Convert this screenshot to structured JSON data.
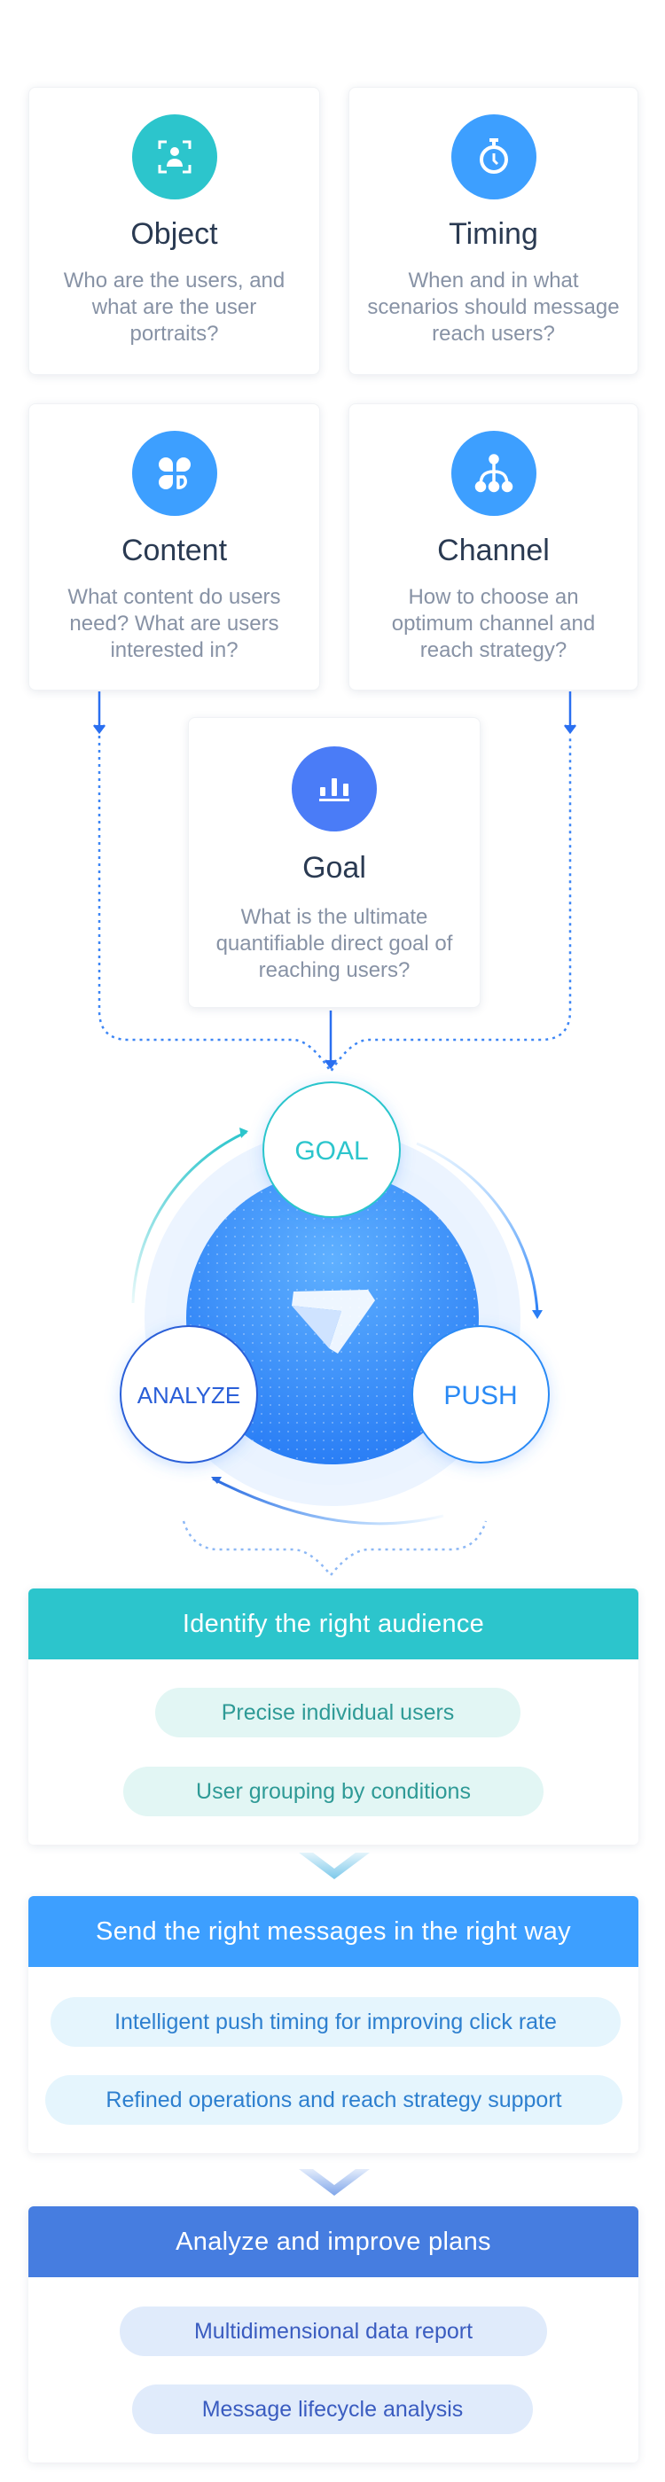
{
  "cards": [
    {
      "title": "Object",
      "desc": "Who are the users, and what are the user portraits?",
      "icon": "user-scan-icon",
      "color": "#2cc5cc"
    },
    {
      "title": "Timing",
      "desc": "When and in what scenarios should message reach users?",
      "icon": "stopwatch-icon",
      "color": "#3d9fff"
    },
    {
      "title": "Content",
      "desc": "What content do users need? What are users interested in?",
      "icon": "clover-icon",
      "color": "#3d9fff"
    },
    {
      "title": "Channel",
      "desc": "How to choose an optimum channel and reach strategy?",
      "icon": "branch-icon",
      "color": "#3d9fff"
    },
    {
      "title": "Goal",
      "desc": "What is the ultimate quantifiable direct goal of reaching users?",
      "icon": "bar-chart-icon",
      "color": "#4a7cf7"
    }
  ],
  "cycle": {
    "goal": "GOAL",
    "analyze": "ANALYZE",
    "push": "PUSH"
  },
  "sections": [
    {
      "title": "Identify the right audience",
      "color": "#2cc5cc",
      "items": [
        "Precise individual users",
        "User grouping by conditions"
      ]
    },
    {
      "title": "Send the right messages in the right way",
      "color": "#3d9fff",
      "items": [
        "Intelligent push timing for improving click rate",
        "Refined operations and reach strategy support"
      ]
    },
    {
      "title": "Analyze and improve plans",
      "color": "#467de0",
      "items": [
        "Multidimensional data report",
        "Message lifecycle analysis"
      ]
    }
  ]
}
